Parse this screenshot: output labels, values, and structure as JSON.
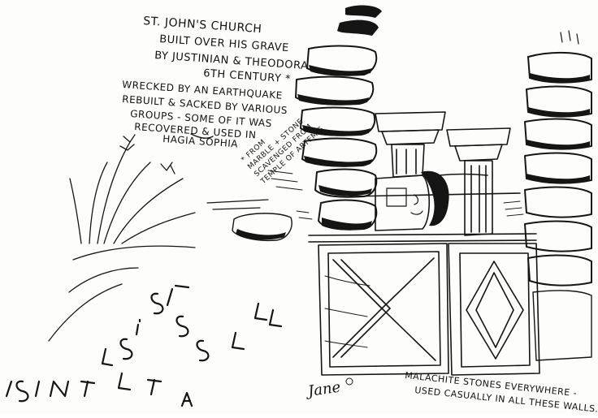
{
  "title_lines": [
    "ST. JOHN'S CHURCH",
    "BUILT OVER HIS GRAVE",
    "BY JUSTINIAN & THEODORA",
    "6TH CENTURY *"
  ],
  "history_lines": [
    "WRECKED BY AN EARTHQUAKE",
    "REBUILT & SACKED BY VARIOUS",
    "GROUPS - SOME OF IT WAS",
    "RECOVERED & USED IN",
    "HAGIA SOPHIA"
  ],
  "footnote_lines": [
    "* FROM",
    "MARBLE + STONE",
    "SCAVENGED FROM",
    "TEMPLE OF ARTEMIS"
  ],
  "caption_lines": [
    "MALACHITE STONES EVERYWHERE -",
    "USED CASUALLY IN ALL THESE WALLS."
  ],
  "signature": "Jane"
}
